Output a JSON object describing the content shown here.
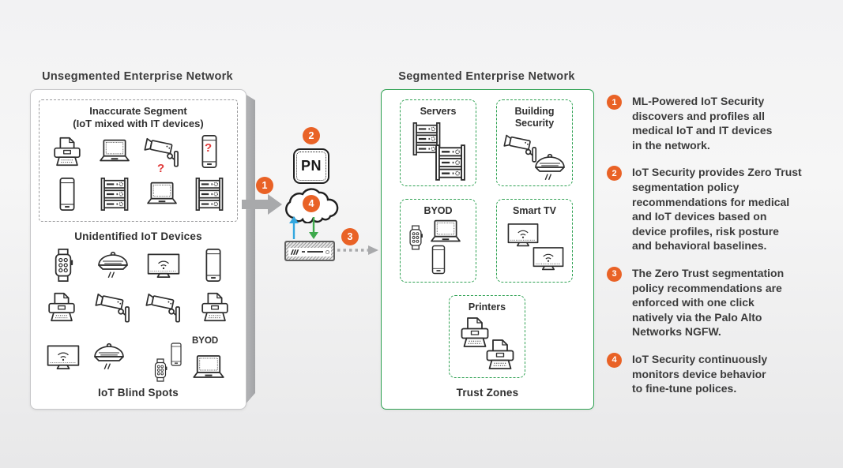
{
  "colors": {
    "accent_orange": "#e96226",
    "brand_green": "#2ea152",
    "alert_red": "#e03a3a",
    "arrow_blue": "#33a7df",
    "arrow_green": "#3ea94c",
    "arrow_gray": "#a8a9ab"
  },
  "unsegmented": {
    "title": "Unsegmented Enterprise Network",
    "inaccurate": {
      "title": "Inaccurate Segment\n(IoT mixed with IT devices)",
      "row1": [
        "printer",
        "laptop",
        "camera",
        "phone"
      ],
      "row2": [
        "phone",
        "server",
        "laptop",
        "server"
      ],
      "question_mark": "?"
    },
    "unidentified_title": "Unidentified IoT Devices",
    "grid_row1": [
      "watch",
      "smoke",
      "tv",
      "phone"
    ],
    "grid_row2": [
      "printer",
      "camera",
      "camera",
      "printer"
    ],
    "grid_row3": [
      "tv",
      "smoke"
    ],
    "byod": {
      "label": "BYOD",
      "icons": [
        "watch",
        "phone",
        "laptop"
      ]
    },
    "caption": "IoT Blind Spots"
  },
  "pipeline": {
    "badge1": "1",
    "badge2": "2",
    "badge3": "3",
    "badge4": "4",
    "pn_label": "PN"
  },
  "segmented": {
    "title": "Segmented Enterprise Network",
    "zones": [
      {
        "id": "servers",
        "label": "Servers",
        "icons": [
          "server",
          "server"
        ]
      },
      {
        "id": "building",
        "label": "Building Security",
        "icons": [
          "camera",
          "smoke"
        ]
      },
      {
        "id": "byod",
        "label": "BYOD",
        "icons": [
          "watch",
          "laptop",
          "phone"
        ]
      },
      {
        "id": "smarttv",
        "label": "Smart TV",
        "icons": [
          "tv",
          "tv"
        ]
      },
      {
        "id": "printers",
        "label": "Printers",
        "icons": [
          "printer",
          "printer"
        ]
      }
    ],
    "caption": "Trust Zones"
  },
  "steps": [
    {
      "num": "1",
      "text": "ML-Powered IoT Security\ndiscovers and profiles all\nmedical IoT and IT devices\nin the network."
    },
    {
      "num": "2",
      "text": "IoT Security provides Zero Trust\nsegmentation policy\nrecommendations for medical\nand IoT devices based on\ndevice profiles, risk posture\nand behavioral baselines."
    },
    {
      "num": "3",
      "text": "The Zero Trust segmentation\npolicy recommendations are\nenforced with one click\nnatively via the Palo Alto\nNetworks NGFW."
    },
    {
      "num": "4",
      "text": "IoT Security continuously\nmonitors device behavior\nto fine-tune polices."
    }
  ]
}
